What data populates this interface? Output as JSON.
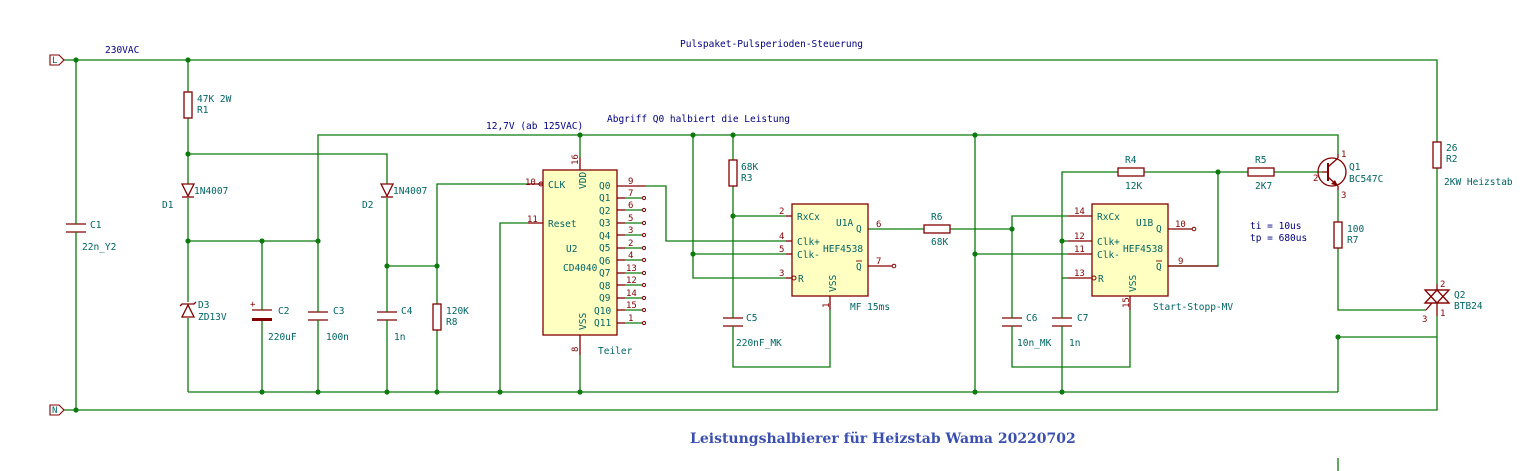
{
  "title": "Leistungshalbierer für Heizstab Wama 20220702",
  "notes": {
    "top": "Pulspaket-Pulsperioden-Steuerung",
    "ac": "230VAC",
    "supply": "12,7V (ab 125VAC)",
    "tap": "Abgriff Q0 halbiert die Leistung",
    "timing1": "ti = 10us",
    "timing2": "tp = 680us"
  },
  "ports": {
    "line": "L",
    "neutral": "N"
  },
  "components": {
    "c1": {
      "ref": "C1",
      "value": "22n_Y2"
    },
    "r1": {
      "ref": "R1",
      "value": "47K 2W"
    },
    "d1": {
      "ref": "D1",
      "value": "1N4007"
    },
    "d2": {
      "ref": "D2",
      "value": "1N4007"
    },
    "d3": {
      "ref": "D3",
      "value": "ZD13V"
    },
    "c2": {
      "ref": "C2",
      "value": "220uF"
    },
    "c3": {
      "ref": "C3",
      "value": "100n"
    },
    "c4": {
      "ref": "C4",
      "value": "1n"
    },
    "r8": {
      "ref": "R8",
      "value": "120K"
    },
    "u2": {
      "ref": "U2",
      "value": "CD4040",
      "label": "Teiler"
    },
    "r3": {
      "ref": "R3",
      "value": "68K"
    },
    "c5": {
      "ref": "C5",
      "value": "220nF_MK"
    },
    "u1a": {
      "ref": "U1A",
      "value": "HEF4538",
      "label": "MF 15ms"
    },
    "r6": {
      "ref": "R6",
      "value": "68K"
    },
    "u1b": {
      "ref": "U1B",
      "value": "HEF4538",
      "label": "Start-Stopp-MV"
    },
    "c6": {
      "ref": "C6",
      "value": "10n_MK"
    },
    "c7": {
      "ref": "C7",
      "value": "1n"
    },
    "r4": {
      "ref": "R4",
      "value": "12K"
    },
    "r5": {
      "ref": "R5",
      "value": "2K7"
    },
    "q1": {
      "ref": "Q1",
      "value": "BC547C"
    },
    "r7": {
      "ref": "R7",
      "value": "100"
    },
    "r2": {
      "ref": "R2",
      "value": "26",
      "label": "2KW Heizstab"
    },
    "q2": {
      "ref": "Q2",
      "value": "BTB24"
    }
  },
  "u2_pins": {
    "clk": "CLK",
    "reset": "Reset",
    "vdd": "VDD",
    "vss": "VSS",
    "clk_num": "10",
    "reset_num": "11",
    "vdd_num": "16",
    "vss_num": "8",
    "outputs": [
      "Q0",
      "Q1",
      "Q2",
      "Q3",
      "Q4",
      "Q5",
      "Q6",
      "Q7",
      "Q8",
      "Q9",
      "Q10",
      "Q11"
    ],
    "output_nums": [
      "9",
      "7",
      "6",
      "5",
      "3",
      "2",
      "4",
      "13",
      "12",
      "14",
      "15",
      "1"
    ]
  },
  "u1a_pins": {
    "rxcx": "RxCx",
    "clkp": "Clk+",
    "clkm": "Clk-",
    "r": "R",
    "vss": "VSS",
    "q": "Q",
    "qn": "Q",
    "n_rxcx": "2",
    "n_clkp": "4",
    "n_clkm": "5",
    "n_r": "3",
    "n_vss": "1",
    "n_q": "6",
    "n_qn": "7"
  },
  "u1b_pins": {
    "rxcx": "RxCx",
    "clkp": "Clk+",
    "clkm": "Clk-",
    "r": "R",
    "vss": "VSS",
    "q": "Q",
    "qn": "Q",
    "n_rxcx": "14",
    "n_clkp": "12",
    "n_clkm": "11",
    "n_r": "13",
    "n_vss": "15",
    "n_q": "10",
    "n_qn": "9"
  },
  "q1_pins": {
    "b": "2",
    "c": "1",
    "e": "3"
  },
  "q2_pins": {
    "g": "3",
    "a1": "1",
    "a2": "2"
  },
  "colors": {
    "wire": "#0c7a0c",
    "component": "#840000",
    "body": "#ffffc2",
    "text": "#006464",
    "note": "#000080",
    "title": "#3a4fb0"
  }
}
